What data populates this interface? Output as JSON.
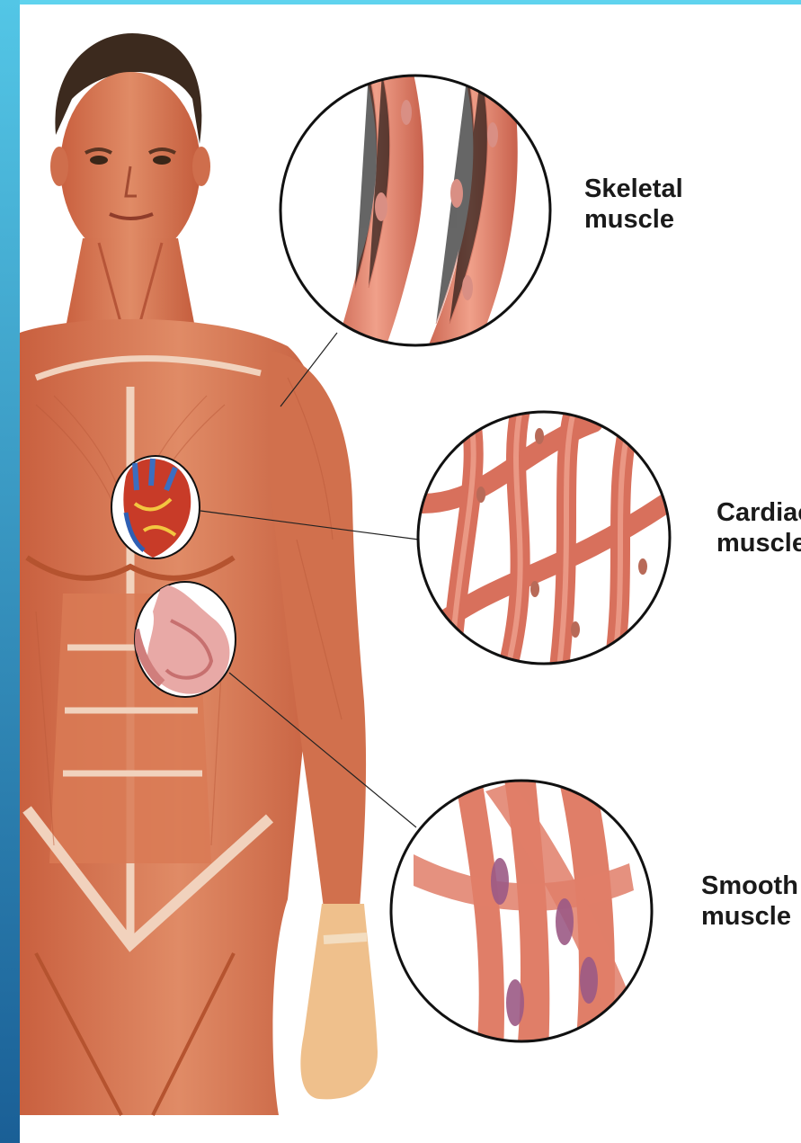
{
  "colors": {
    "frame_top": "#5fd3ee",
    "frame_side_top": "#53c6e6",
    "frame_side_bottom": "#1a5f96",
    "skin": "#d9734f",
    "muscle_fiber": "#e27f68",
    "nucleus_purple": "#9c5a86",
    "label_text": "#1a1a1a"
  },
  "labels": {
    "skeletal": {
      "line1": "Skeletal",
      "line2": "muscle"
    },
    "cardiac": {
      "line1": "Cardiac",
      "line2": "muscle"
    },
    "smooth": {
      "line1": "Smooth",
      "line2": "muscle"
    }
  },
  "icons": [
    "human-muscular-figure",
    "heart-icon",
    "stomach-icon"
  ]
}
